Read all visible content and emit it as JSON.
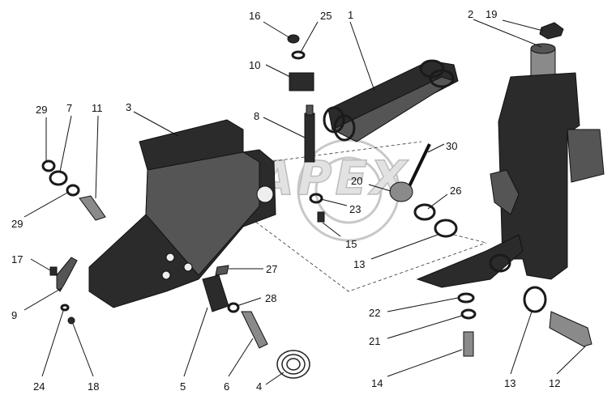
{
  "watermark": {
    "text": "APEX"
  },
  "callouts": [
    {
      "id": "1",
      "label": "1"
    },
    {
      "id": "2",
      "label": "2"
    },
    {
      "id": "3",
      "label": "3"
    },
    {
      "id": "4",
      "label": "4"
    },
    {
      "id": "5",
      "label": "5"
    },
    {
      "id": "6",
      "label": "6"
    },
    {
      "id": "7",
      "label": "7"
    },
    {
      "id": "8",
      "label": "8"
    },
    {
      "id": "9",
      "label": "9"
    },
    {
      "id": "10",
      "label": "10"
    },
    {
      "id": "11",
      "label": "11"
    },
    {
      "id": "12",
      "label": "12"
    },
    {
      "id": "13a",
      "label": "13"
    },
    {
      "id": "13b",
      "label": "13"
    },
    {
      "id": "14",
      "label": "14"
    },
    {
      "id": "15",
      "label": "15"
    },
    {
      "id": "16",
      "label": "16"
    },
    {
      "id": "17",
      "label": "17"
    },
    {
      "id": "18",
      "label": "18"
    },
    {
      "id": "19",
      "label": "19"
    },
    {
      "id": "20",
      "label": "20"
    },
    {
      "id": "21",
      "label": "21"
    },
    {
      "id": "22",
      "label": "22"
    },
    {
      "id": "23",
      "label": "23"
    },
    {
      "id": "24",
      "label": "24"
    },
    {
      "id": "25",
      "label": "25"
    },
    {
      "id": "26",
      "label": "26"
    },
    {
      "id": "27",
      "label": "27"
    },
    {
      "id": "28",
      "label": "28"
    },
    {
      "id": "29a",
      "label": "29"
    },
    {
      "id": "29b",
      "label": "29"
    },
    {
      "id": "30",
      "label": "30"
    }
  ]
}
